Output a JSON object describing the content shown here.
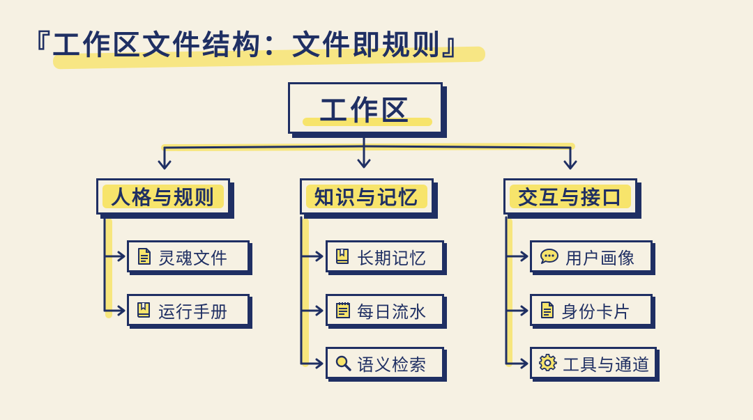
{
  "title": "『工作区文件结构：文件即规则』",
  "root": {
    "label": "工作区"
  },
  "categories": [
    {
      "label": "人格与规则",
      "items": [
        {
          "label": "灵魂文件",
          "icon": "document-icon"
        },
        {
          "label": "运行手册",
          "icon": "book-icon"
        }
      ]
    },
    {
      "label": "知识与记忆",
      "items": [
        {
          "label": "长期记忆",
          "icon": "bookmark-book-icon"
        },
        {
          "label": "每日流水",
          "icon": "notepad-icon"
        },
        {
          "label": "语义检索",
          "icon": "search-icon"
        }
      ]
    },
    {
      "label": "交互与接口",
      "items": [
        {
          "label": "用户画像",
          "icon": "chat-bubble-icon"
        },
        {
          "label": "身份卡片",
          "icon": "document-icon"
        },
        {
          "label": "工具与通道",
          "icon": "gear-icon"
        }
      ]
    }
  ],
  "colors": {
    "ink": "#1f2f63",
    "highlight": "#f7e46b",
    "paper": "#f6f1e3"
  }
}
